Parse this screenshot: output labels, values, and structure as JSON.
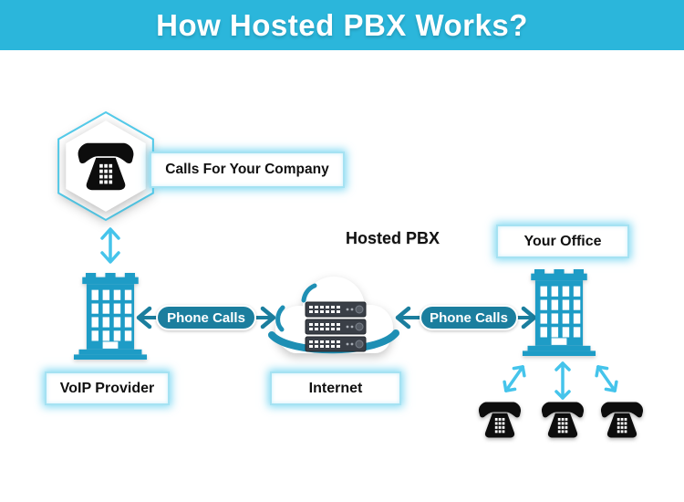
{
  "header": {
    "title": "How Hosted PBX Works?"
  },
  "diagram": {
    "caller": {
      "label": "Calls For Your Company"
    },
    "provider": {
      "label": "VoIP Provider"
    },
    "internet": {
      "label": "Internet",
      "title": "Hosted PBX"
    },
    "office": {
      "label": "Your Office"
    },
    "links": {
      "left_pill": "Phone Calls",
      "right_pill": "Phone Calls"
    },
    "icons": [
      "desk-phone-icon",
      "hexagon-badge-icon",
      "building-icon",
      "cloud-icon",
      "server-stack-icon",
      "double-arrow-icon"
    ]
  },
  "colors": {
    "header_bg": "#2bb6db",
    "building": "#1e9cc6",
    "arrow_dark": "#1b7e9e",
    "arrow_light": "#45c4eb",
    "pill_bg": "#1b7e9e",
    "box_border": "#a5e2f2",
    "cloud_accent": "#1e8fb4",
    "server_dark": "#3a3f47",
    "phone_black": "#0d0d0d",
    "text_dark": "#101010"
  }
}
